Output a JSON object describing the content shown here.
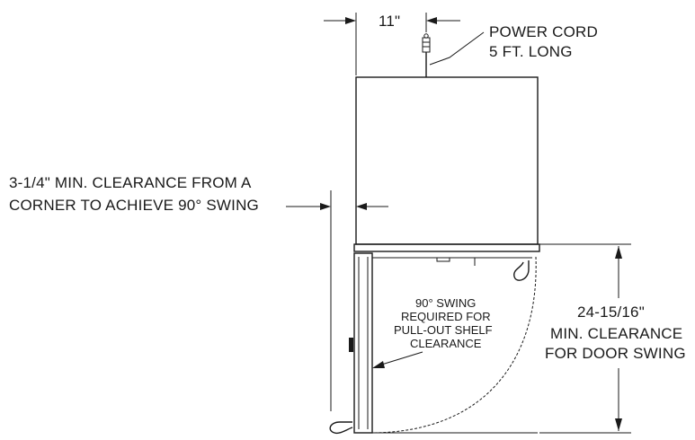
{
  "labels": {
    "width_dim": "11\"",
    "power_cord_line1": "POWER CORD",
    "power_cord_line2": "5 FT. LONG",
    "clearance_line1": "3-1/4\" MIN. CLEARANCE FROM A",
    "clearance_line2": "CORNER TO ACHIEVE 90° SWING",
    "swing_line1": "90° SWING",
    "swing_line2": "REQUIRED FOR",
    "swing_line3": "PULL-OUT SHELF",
    "swing_line4": "CLEARANCE",
    "door_dim": "24-15/16\"",
    "door_line1": "MIN. CLEARANCE",
    "door_line2": "FOR DOOR SWING"
  },
  "colors": {
    "line": "#1a1a1a",
    "background": "#ffffff"
  }
}
